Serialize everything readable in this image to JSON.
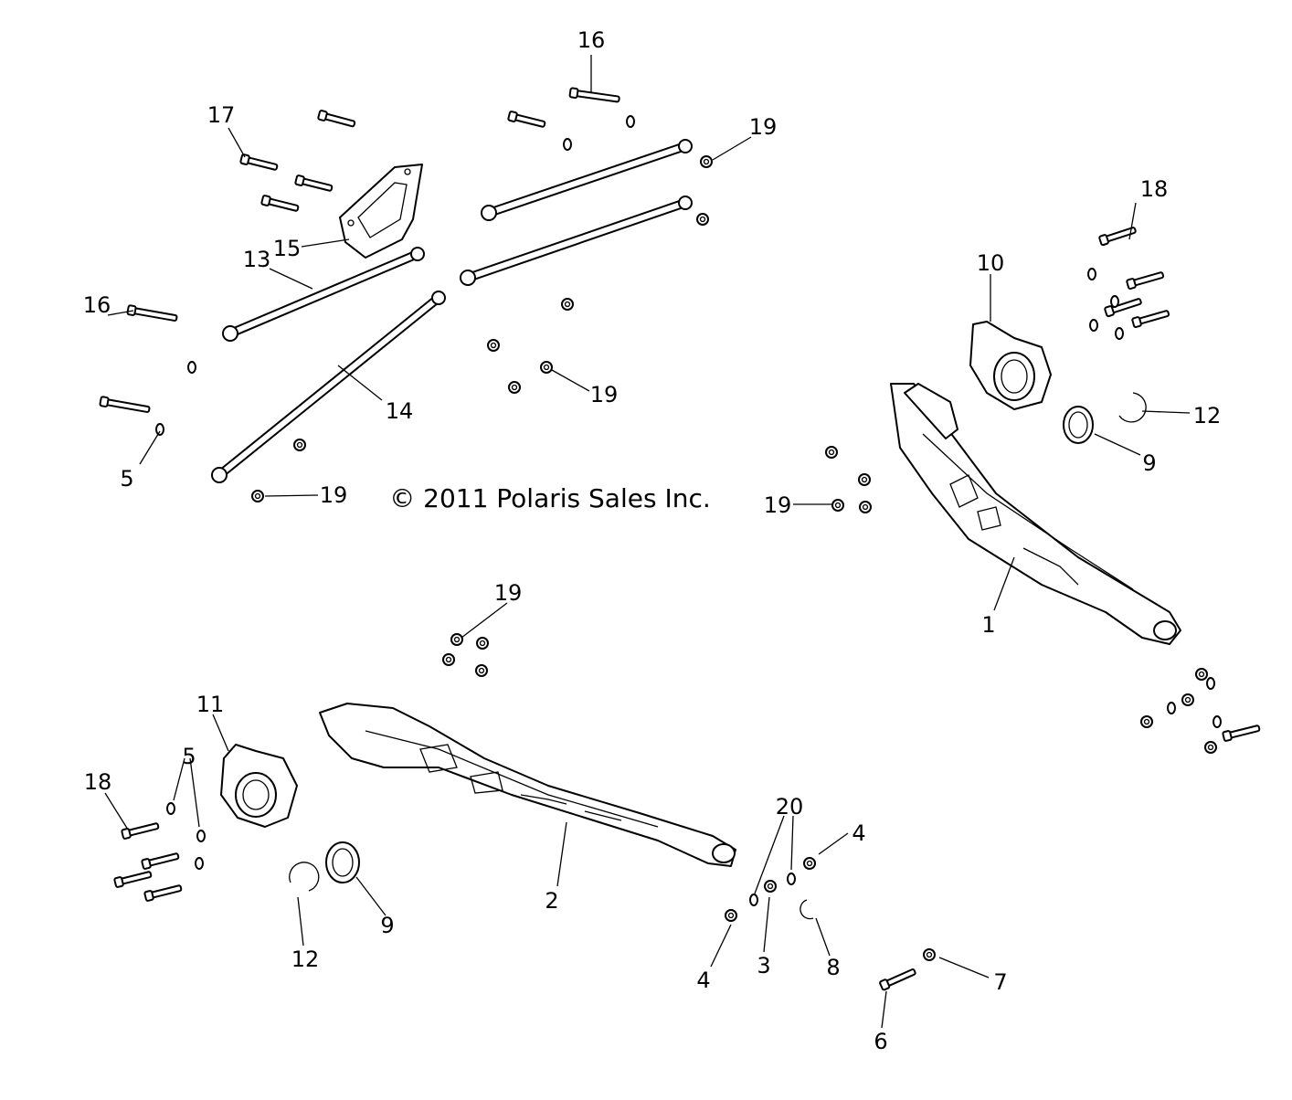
{
  "copyright": "© 2011 Polaris Sales Inc.",
  "callouts": [
    {
      "id": "c16a",
      "label": "16"
    },
    {
      "id": "c17",
      "label": "17"
    },
    {
      "id": "c19a",
      "label": "19"
    },
    {
      "id": "c15",
      "label": "15"
    },
    {
      "id": "c18a",
      "label": "18"
    },
    {
      "id": "c10",
      "label": "10"
    },
    {
      "id": "c16b",
      "label": "16"
    },
    {
      "id": "c13",
      "label": "13"
    },
    {
      "id": "c14",
      "label": "14"
    },
    {
      "id": "c19b",
      "label": "19"
    },
    {
      "id": "c12a",
      "label": "12"
    },
    {
      "id": "c9a",
      "label": "9"
    },
    {
      "id": "c5a",
      "label": "5"
    },
    {
      "id": "c19c",
      "label": "19"
    },
    {
      "id": "c19d",
      "label": "19"
    },
    {
      "id": "c1",
      "label": "1"
    },
    {
      "id": "c19e",
      "label": "19"
    },
    {
      "id": "c11",
      "label": "11"
    },
    {
      "id": "c5b",
      "label": "5"
    },
    {
      "id": "c18b",
      "label": "18"
    },
    {
      "id": "c20",
      "label": "20"
    },
    {
      "id": "c4a",
      "label": "4"
    },
    {
      "id": "c2",
      "label": "2"
    },
    {
      "id": "c9b",
      "label": "9"
    },
    {
      "id": "c12b",
      "label": "12"
    },
    {
      "id": "c4b",
      "label": "4"
    },
    {
      "id": "c3",
      "label": "3"
    },
    {
      "id": "c8",
      "label": "8"
    },
    {
      "id": "c7",
      "label": "7"
    },
    {
      "id": "c6",
      "label": "6"
    }
  ]
}
